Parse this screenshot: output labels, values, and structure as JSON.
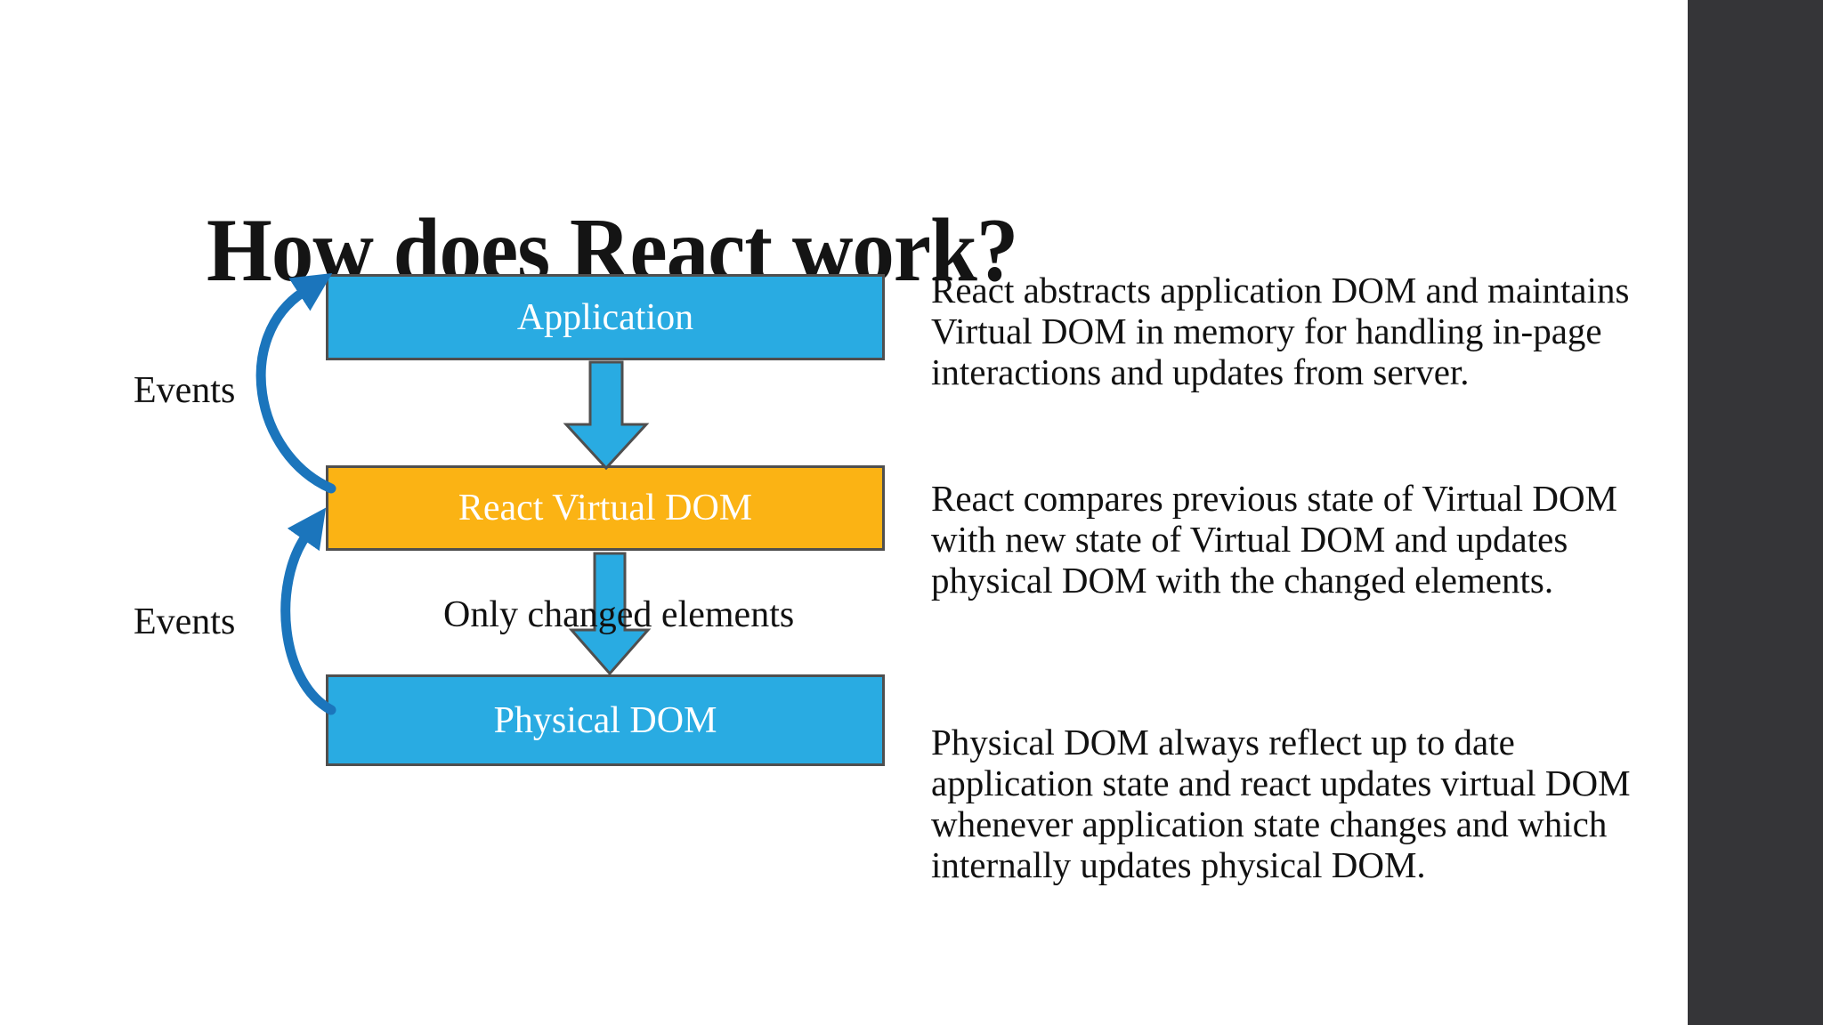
{
  "slide": {
    "title": "How does React work?",
    "diagram": {
      "boxes": [
        {
          "id": "application",
          "label": "Application",
          "fill": "#29ABE2"
        },
        {
          "id": "react-virtual-dom",
          "label": "React Virtual DOM",
          "fill": "#FBB314"
        },
        {
          "id": "physical-dom",
          "label": "Physical DOM",
          "fill": "#29ABE2"
        }
      ],
      "event_labels": [
        {
          "label": "Events"
        },
        {
          "label": "Events"
        }
      ],
      "arrow_caption": "Only changed elements",
      "colors": {
        "flow_arrow_fill": "#29ABE2",
        "event_arrow_stroke": "#1B75BC",
        "box_border": "#4F4F4F",
        "side_panel": "#353538",
        "text": "#111111"
      }
    },
    "paragraphs": [
      "React abstracts application DOM and maintains Virtual  DOM in memory for handling in-page interactions and updates from server.",
      "React compares previous state of Virtual DOM with new state of Virtual DOM and updates physical DOM with the changed elements.",
      "Physical DOM always reflect up to date application state and react updates virtual DOM whenever application state changes and which internally updates physical DOM."
    ]
  }
}
